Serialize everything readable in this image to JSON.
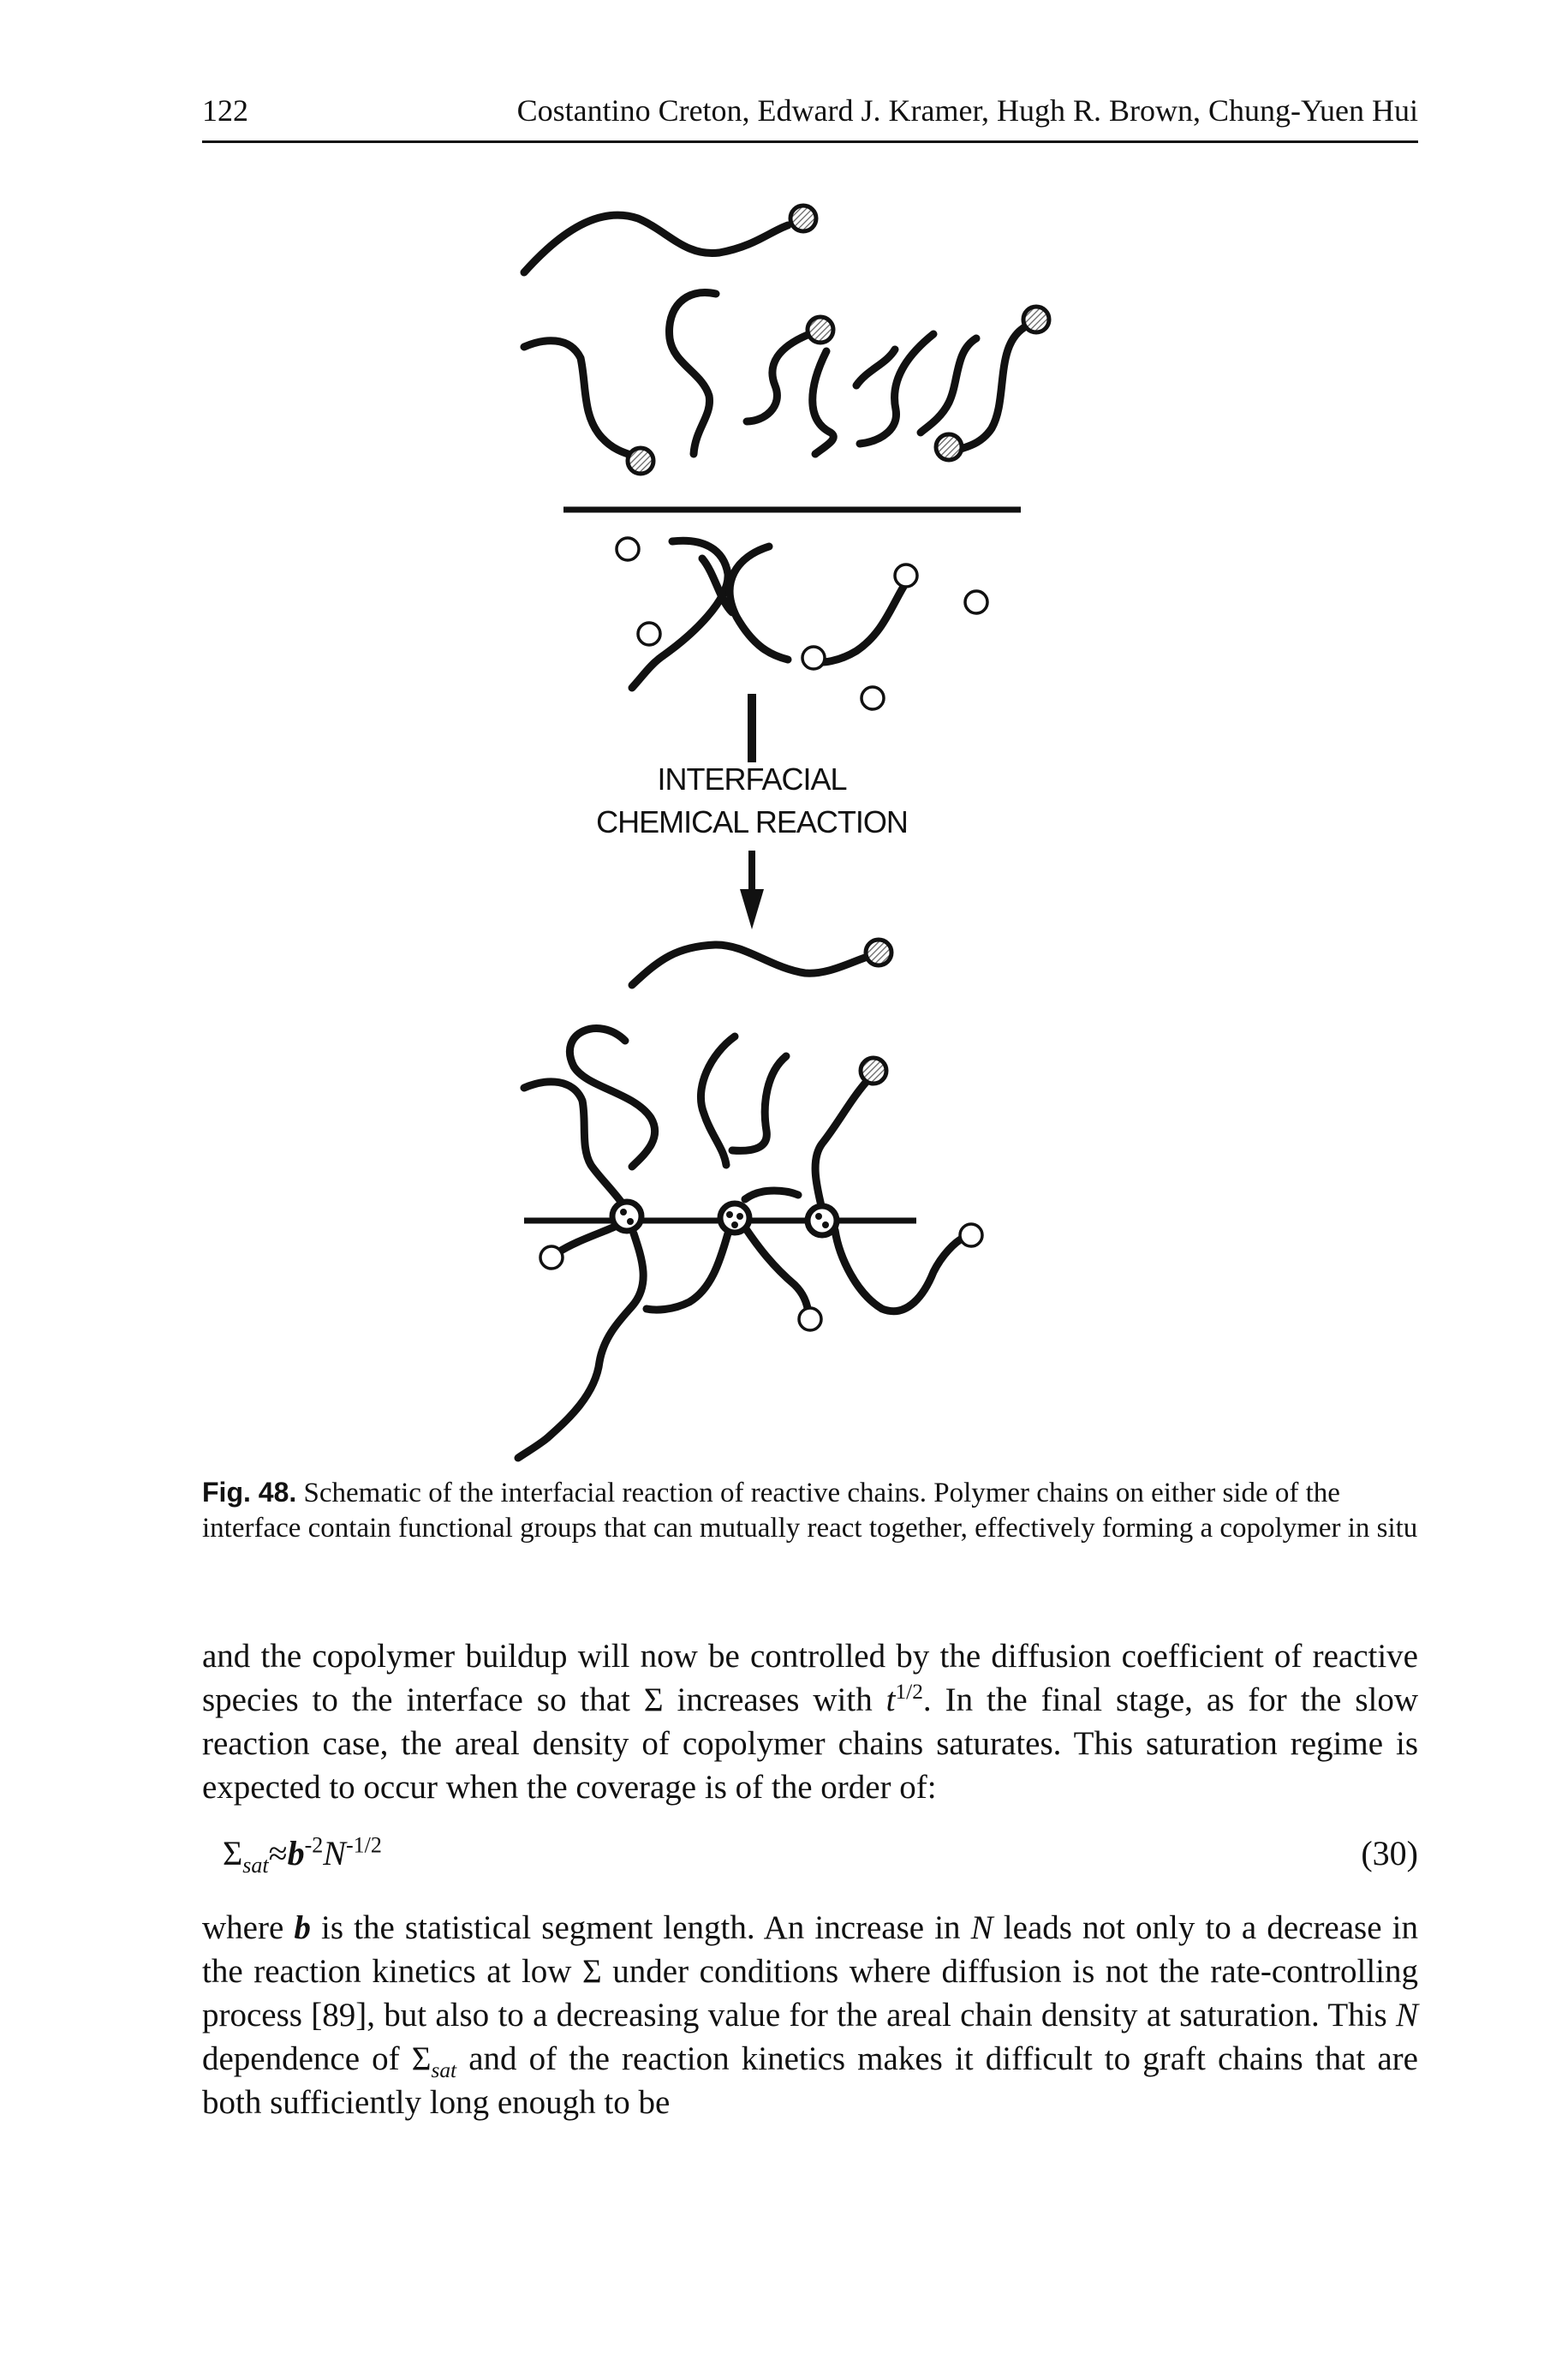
{
  "header": {
    "page_number": "122",
    "running_head": "Costantino Creton, Edward J. Kramer, Hugh R. Brown, Chung-Yuen Hui"
  },
  "figure": {
    "label_line1": "INTERFACIAL",
    "label_line2": "CHEMICAL REACTION",
    "colors": {
      "ink": "#111111",
      "hatched_group": "#888888",
      "background": "#ffffff"
    }
  },
  "caption": {
    "label": "Fig. 48.",
    "text": "Schematic of the interfacial reaction of reactive chains. Polymer chains on either side of the interface contain functional groups that can mutually react together, effectively forming a copolymer in situ"
  },
  "paragraph1": {
    "before_sigma": "and the copolymer buildup will now be controlled by the diffusion coefficient of reactive species to the interface so that ",
    "sigma": "Σ",
    "middle": " increases with ",
    "t_var": "t",
    "t_exp": "1/2",
    "after": ". In the final stage, as for the slow reaction case, the areal density of copolymer chains saturates. This saturation regime is expected to occur when the coverage is of the order of:"
  },
  "equation": {
    "sigma": "Σ",
    "sigma_sub": "sat",
    "approx": "≈",
    "b": "b",
    "b_exp": "-2",
    "N": "N",
    "N_exp": "-1/2",
    "number": "(30)"
  },
  "paragraph2": {
    "s1": "where ",
    "b": "b",
    "s2": " is the statistical segment length. An increase in ",
    "N1": "N",
    "s3": " leads not only to a decrease in the reaction kinetics at low ",
    "sigma1": "Σ",
    "s4": " under conditions where diffusion is not the rate-controlling process [89], but also to a decreasing value for the areal chain density at saturation. This ",
    "N2": "N",
    "s5": " dependence of ",
    "sigma2": "Σ",
    "sigma2_sub": "sat",
    "s6": " and of the reaction kinetics makes it difficult to graft chains that are both sufficiently long enough to be"
  }
}
